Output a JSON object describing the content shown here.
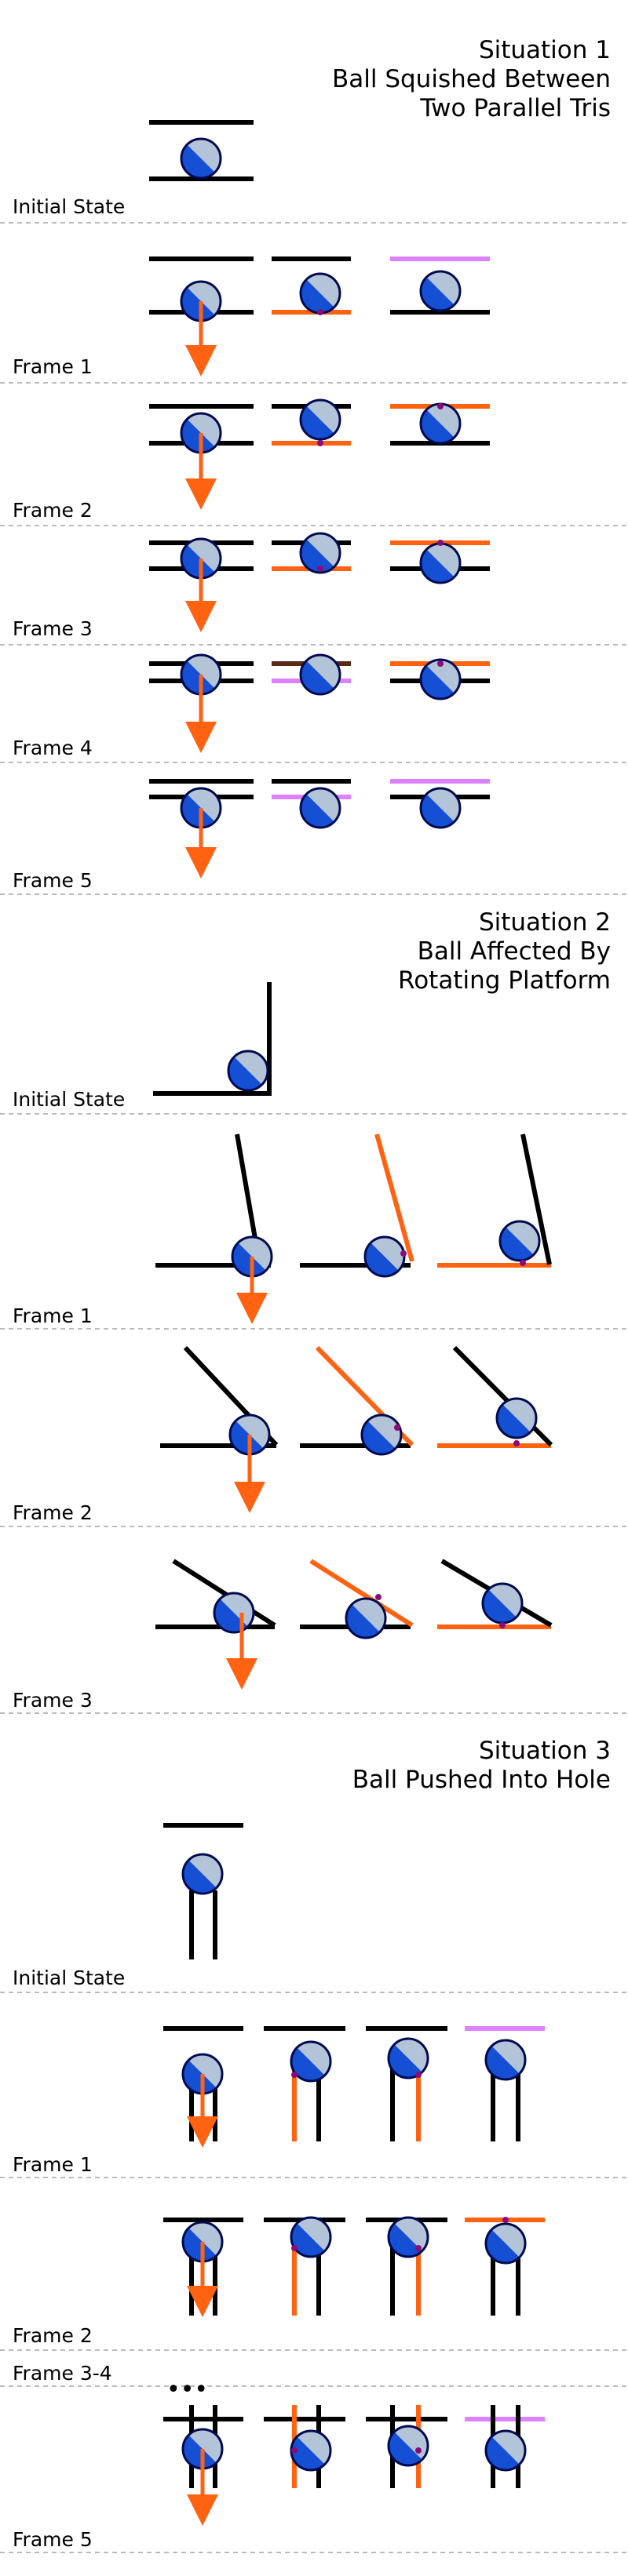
{
  "situations": [
    {
      "id": "situation-1",
      "title_lines": [
        "Situation 1",
        "Ball Squished Between",
        "Two Parallel Tris"
      ],
      "initial_label": "Initial State",
      "frame_labels": [
        "Frame 1",
        "Frame 2",
        "Frame 3",
        "Frame 4",
        "Frame 5"
      ]
    },
    {
      "id": "situation-2",
      "title_lines": [
        "Situation 2",
        "Ball Affected By",
        "Rotating Platform"
      ],
      "initial_label": "Initial State",
      "frame_labels": [
        "Frame 1",
        "Frame 2",
        "Frame 3"
      ]
    },
    {
      "id": "situation-3",
      "title_lines": [
        "Situation 3",
        "Ball Pushed Into Hole"
      ],
      "initial_label": "Initial State",
      "frame_labels": [
        "Frame 1",
        "Frame 2",
        "Frame 3-4",
        "Frame 5"
      ],
      "ellipsis": "•••"
    }
  ],
  "colors": {
    "line": "#000000",
    "contact": "#ff6211",
    "inactive": "#dd82ff",
    "ball_light": "#b4c4d8",
    "ball_dark": "#1550d4",
    "ball_outline": "#000a50",
    "contact_point": "#8a0b7a",
    "separator": "#bbbbbb"
  }
}
